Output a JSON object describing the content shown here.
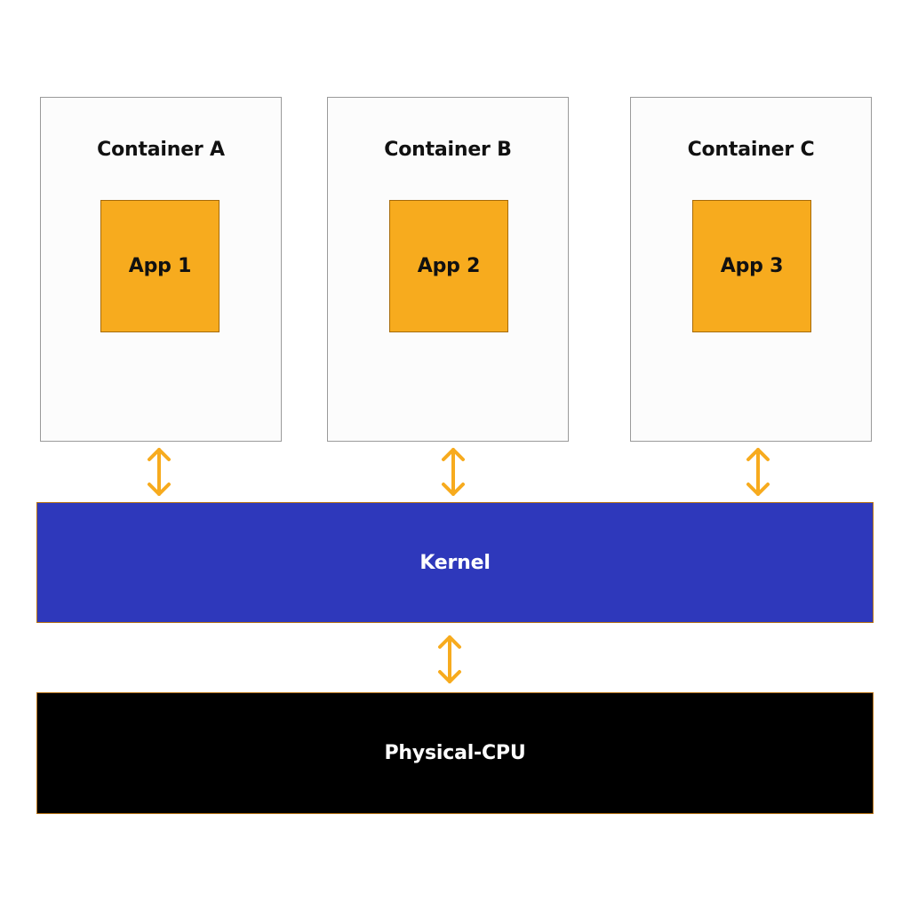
{
  "containers": [
    {
      "title": "Container A",
      "app": "App 1"
    },
    {
      "title": "Container B",
      "app": "App 2"
    },
    {
      "title": "Container C",
      "app": "App 3"
    }
  ],
  "kernel": {
    "label": "Kernel",
    "color": "#2e38bb"
  },
  "cpu": {
    "label": "Physical-CPU",
    "color": "#000000"
  },
  "colors": {
    "app_fill": "#f7ab1e",
    "arrow": "#f7ab1e",
    "container_border": "#9a9a9a"
  }
}
